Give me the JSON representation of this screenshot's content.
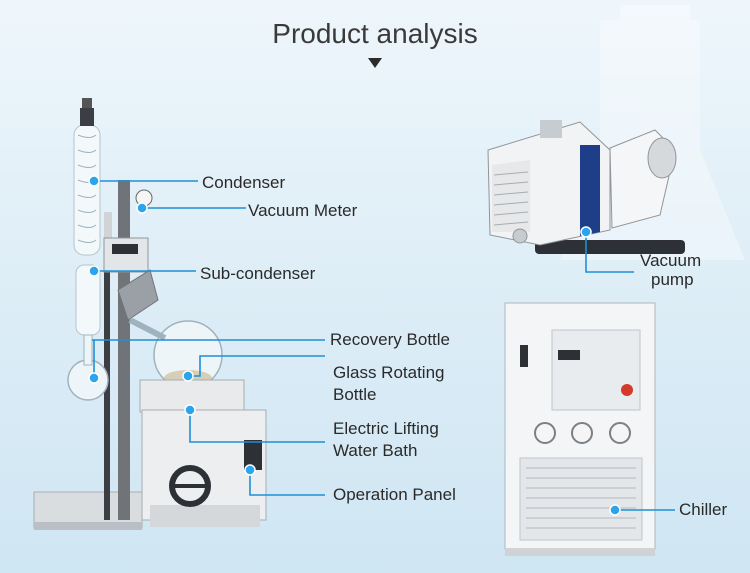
{
  "title": "Product analysis",
  "labels": {
    "condenser": "Condenser",
    "vacuum_meter": "Vacuum Meter",
    "sub_condenser": "Sub-condenser",
    "recovery_bottle": "Recovery Bottle",
    "glass_rotating_bottle_line1": "Glass Rotating",
    "glass_rotating_bottle_line2": "Bottle",
    "water_bath_line1": "Electric Lifting",
    "water_bath_line2": "Water Bath",
    "operation_panel": "Operation Panel",
    "vacuum_pump_line1": "Vacuum",
    "vacuum_pump_line2": "pump",
    "chiller": "Chiller"
  },
  "colors": {
    "callout": "#1f8fd6",
    "dot": "#2ba4ee",
    "title": "#3a3a3a"
  }
}
